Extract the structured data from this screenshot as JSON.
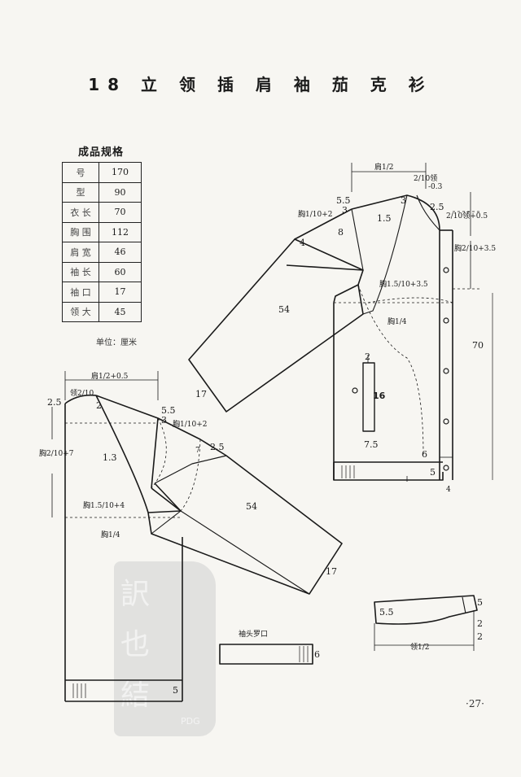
{
  "title": "18 立 领 插 肩 袖 茄 克 衫",
  "spec": {
    "caption": "成品规格",
    "rows": [
      {
        "label": "号",
        "value": "170"
      },
      {
        "label": "型",
        "value": "90"
      },
      {
        "label": "衣 长",
        "value": "70"
      },
      {
        "label": "胸 围",
        "value": "112"
      },
      {
        "label": "肩 宽",
        "value": "46"
      },
      {
        "label": "袖 长",
        "value": "60"
      },
      {
        "label": "袖 口",
        "value": "17"
      },
      {
        "label": "领 大",
        "value": "45"
      }
    ],
    "unit": "单位：厘米"
  },
  "front": {
    "top_dim": "肩1/2",
    "collar_dim": "2/10领",
    "collar_minus": "-0.3",
    "dim_55": "5.5",
    "chest_10_2": "胸1/10+2",
    "pt_3a": "3",
    "pt_3b": "3",
    "pt_8": "8",
    "dim_15": "1.5",
    "dim_25": "2.5",
    "neck_right": "2/10领+0.5",
    "chest_right": "胸2/10+3.5",
    "pt_4": "4",
    "chest_15": "胸1.5/10+3.5",
    "sleeve_len": "54",
    "chest_quarter": "胸1/4",
    "length": "70",
    "pt_2": "2",
    "pocket_len": "16",
    "cuff": "17",
    "dim_75": "7.5",
    "pt_6": "6",
    "pt_5": "5",
    "pt_4b": "4"
  },
  "back": {
    "top_dim": "肩1/2+0.5",
    "collar_dim": "领2/10",
    "dim_25": "2.5",
    "pt_2": "2",
    "dim_55": "5.5",
    "pt_3": "3",
    "chest_10_2": "胸1/10+2",
    "dim_25b": "2.5",
    "pt_7": "7",
    "depth": "胸2/10+7",
    "dim_13": "1.3",
    "chest_15": "胸1.5/10+4",
    "sleeve_len": "54",
    "chest_quarter": "胸1/4",
    "cuff": "17",
    "pt_5": "5"
  },
  "collar": {
    "dim_55": "5.5",
    "pt_5": "5",
    "pt_2a": "2",
    "pt_2b": "2",
    "dim": "领1/2"
  },
  "cuff_rib": {
    "caption": "袖头罗口",
    "width": "6"
  },
  "page_number": "·27·",
  "watermark_pdg": "PDG"
}
